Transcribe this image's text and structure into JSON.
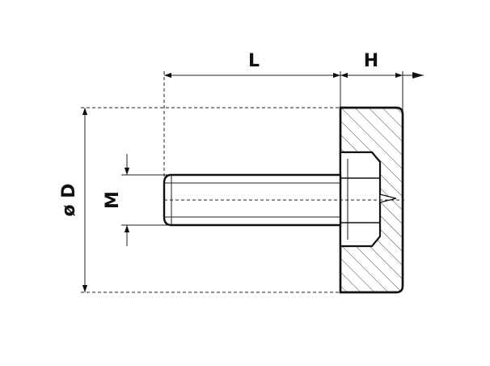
{
  "labels": {
    "length": "L",
    "head_height": "H",
    "diameter": "ø D",
    "thread": "M"
  },
  "colors": {
    "line": "#111111",
    "background": "#ffffff"
  }
}
